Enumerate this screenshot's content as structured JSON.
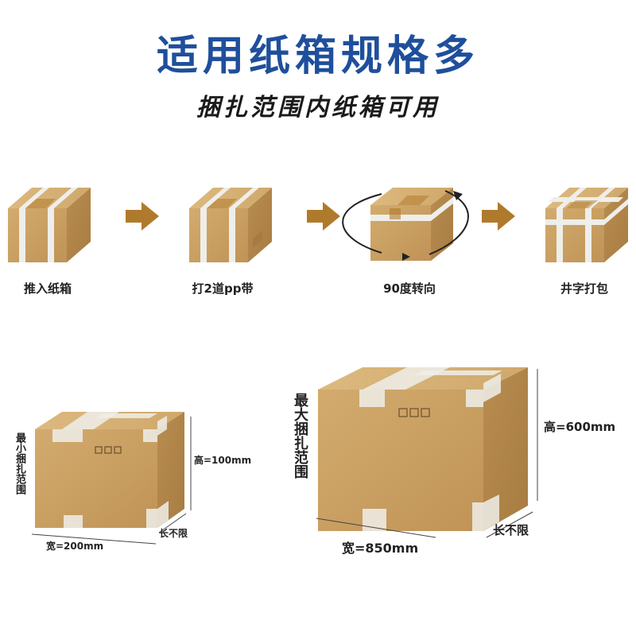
{
  "header": {
    "title": "适用纸箱规格多",
    "subtitle": "捆扎范围内纸箱可用"
  },
  "steps": [
    {
      "label": "推入纸箱"
    },
    {
      "label": "打2道pp带"
    },
    {
      "label": "90度转向"
    },
    {
      "label": "井字打包"
    }
  ],
  "small_box": {
    "range_label": "最小捆扎范围",
    "height": "高=100mm",
    "width": "宽=200mm",
    "length": "长不限"
  },
  "large_box": {
    "range_label": "最大捆扎范围",
    "height": "高=600mm",
    "width": "宽=850mm",
    "length": "长不限"
  },
  "colors": {
    "title_blue": "#1f4f9c",
    "arrow_brown": "#b07a2c",
    "box_front": "#c9a064",
    "box_side": "#b58a4f",
    "box_top": "#d8b47a",
    "strap": "#eeeeea"
  }
}
